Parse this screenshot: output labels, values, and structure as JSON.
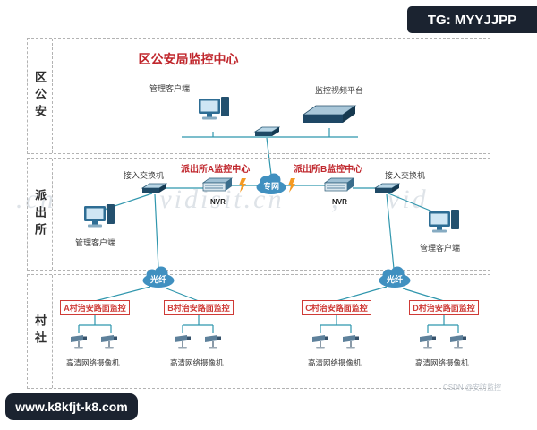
{
  "badges": {
    "tg": "TG: MYYJJPP",
    "site": "www.k8kfjt-k8.com"
  },
  "watermark": {
    "text": ".cn , vidisit.cn , vid",
    "csdn": "CSDN @安防监控"
  },
  "colors": {
    "accent_red": "#c0272d",
    "line_teal": "#2f96ad",
    "badge_bg": "#1b2330",
    "cloud_blue": "#4090c0",
    "connector_orange": "#f59a23"
  },
  "sections": {
    "district": {
      "side_label": "区公安",
      "title": "区公安局监控中心",
      "client_label": "管理客户端",
      "platform_label": "监控视频平台"
    },
    "station": {
      "side_label": "派出所",
      "access_switch_left": "接入交换机",
      "access_switch_right": "接入交换机",
      "center_a_title": "派出所A监控中心",
      "center_b_title": "派出所B监控中心",
      "nvr_a": "NVR",
      "nvr_b": "NVR",
      "private_net_cloud": "专网",
      "client_left": "管理客户端",
      "client_right": "管理客户端"
    },
    "village": {
      "side_label": "村社",
      "fiber_cloud_left": "光纤",
      "fiber_cloud_right": "光纤",
      "groups": [
        {
          "title": "A村治安路面监控",
          "camera_label": "高清网络摄像机"
        },
        {
          "title": "B村治安路面监控",
          "camera_label": "高清网络摄像机"
        },
        {
          "title": "C村治安路面监控",
          "camera_label": "高清网络摄像机"
        },
        {
          "title": "D村治安路面监控",
          "camera_label": "高清网络摄像机"
        }
      ]
    }
  }
}
